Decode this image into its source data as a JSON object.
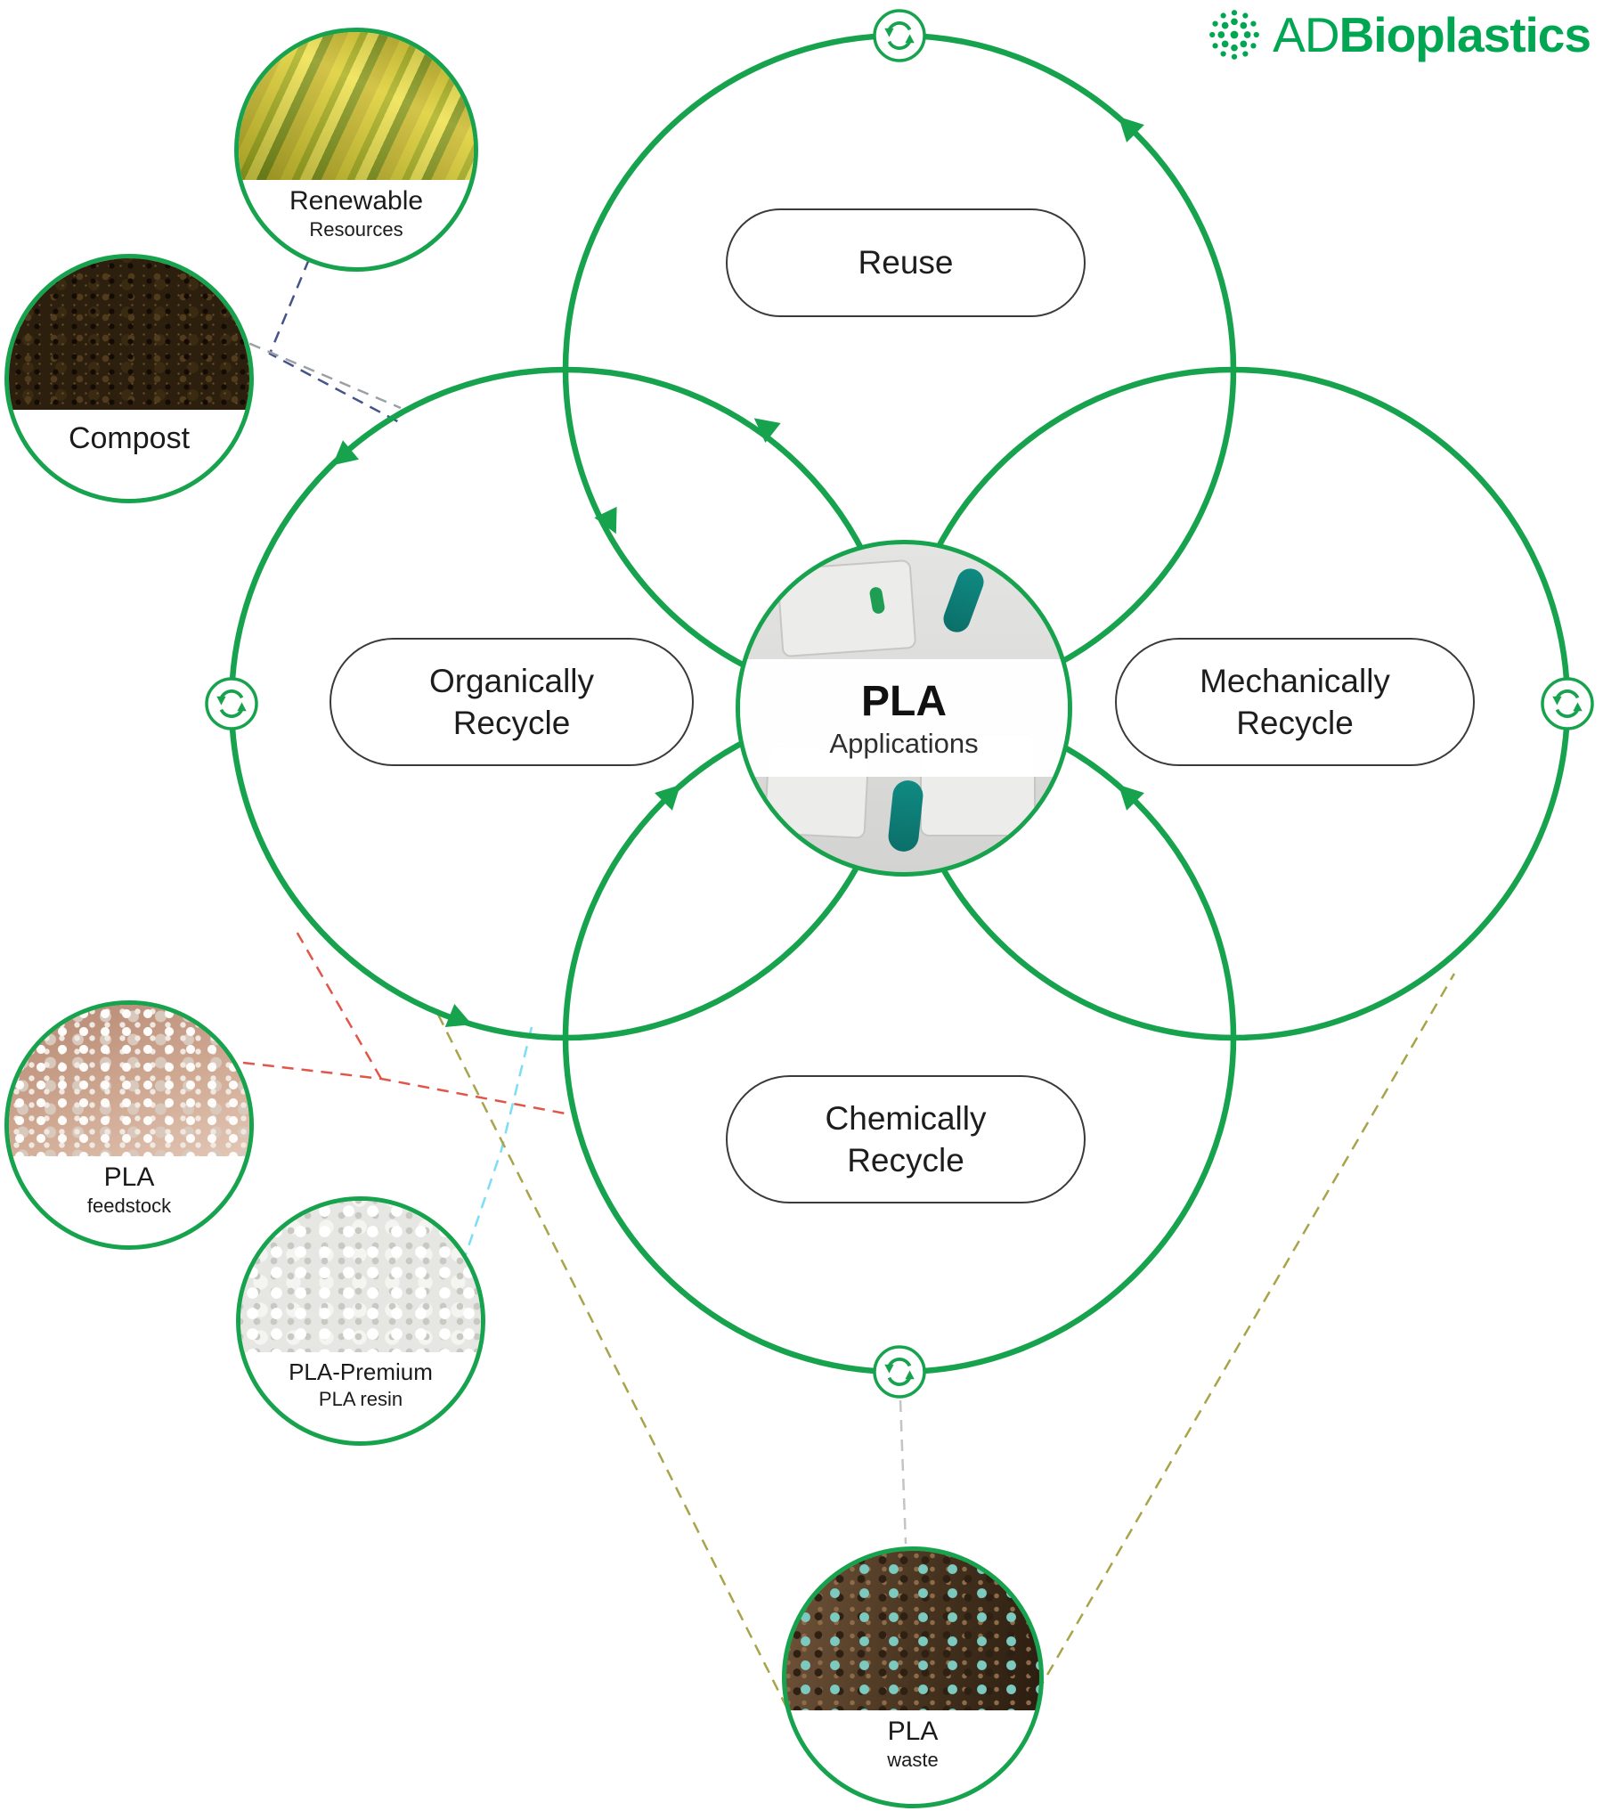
{
  "logo": {
    "brand_prefix": "AD",
    "brand_suffix": "Bioplastics"
  },
  "center_node": {
    "title": "PLA",
    "subtitle": "Applications"
  },
  "loops": {
    "reuse": {
      "label": "Reuse"
    },
    "organically_recycle": {
      "line1": "Organically",
      "line2": "Recycle"
    },
    "mechanically_recycle": {
      "line1": "Mechanically",
      "line2": "Recycle"
    },
    "chemically_recycle": {
      "line1": "Chemically",
      "line2": "Recycle"
    }
  },
  "photo_nodes": {
    "renewable_resources": {
      "line1": "Renewable",
      "line2": "Resources"
    },
    "compost": {
      "line1": "Compost",
      "line2": ""
    },
    "pla_feedstock": {
      "line1": "PLA",
      "line2": "feedstock"
    },
    "pla_premium_resin": {
      "line1": "PLA-Premium",
      "line2": "PLA resin"
    },
    "pla_waste": {
      "line1": "PLA",
      "line2": "waste"
    }
  },
  "icons": {
    "recycle_badge": "circular-recycle-arrows",
    "logo_mark": "dotted-sphere"
  },
  "colors": {
    "brand_green": "#17a24e",
    "logo_green": "#00a651",
    "connector_navy": "#44548a",
    "connector_gray": "#9aa0a6",
    "connector_light_gray": "#c4c4c4",
    "connector_red": "#e25549",
    "connector_cyan": "#7adef5",
    "connector_olive": "#a8a449"
  }
}
